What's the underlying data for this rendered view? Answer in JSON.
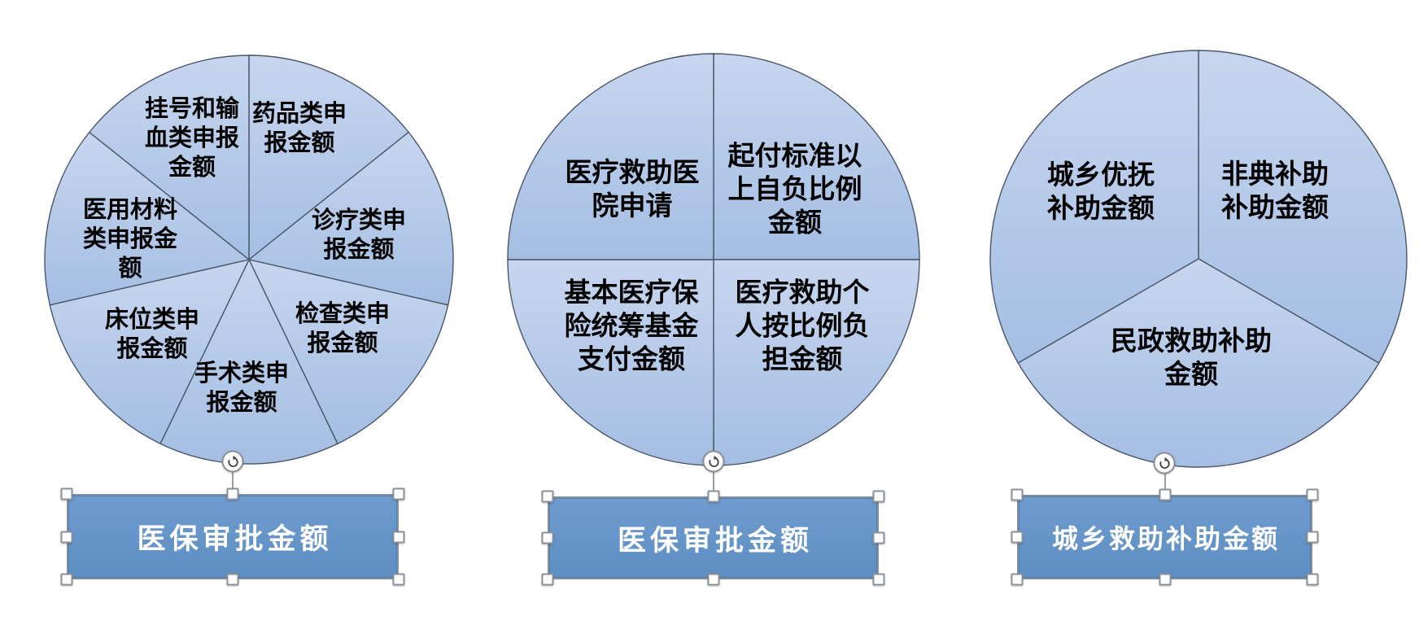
{
  "colors": {
    "slice_gradient_top": "#c7d6ef",
    "slice_gradient_bottom": "#a4bee2",
    "slice_outline": "#4a566a",
    "caption_fill_top": "#6f9ccf",
    "caption_fill_bottom": "#5e8ec2",
    "caption_border": "#82909c",
    "caption_text": "#ffffff",
    "slice_label_text": "#000000",
    "selection_handle_border": "#8a9199"
  },
  "charts": [
    {
      "box_label": "医保审批金额",
      "slices": [
        {
          "label": "药品类申报金额"
        },
        {
          "label": "诊疗类申报金额"
        },
        {
          "label": "检查类申报金额"
        },
        {
          "label": "手术类申报金额"
        },
        {
          "label": "床位类申报金额"
        },
        {
          "label": "医用材料类申报金额"
        },
        {
          "label": "挂号和输血类申报金额"
        }
      ]
    },
    {
      "box_label": "医保审批金额",
      "slices": [
        {
          "label": "起付标准以上自负比例金额"
        },
        {
          "label": "医疗救助个人按比例负担金额"
        },
        {
          "label": "基本医疗保险统筹基金支付金额"
        },
        {
          "label": "医疗救助医院申请"
        }
      ]
    },
    {
      "box_label": "城乡救助补助金额",
      "slices": [
        {
          "label": "非典补助补助金额"
        },
        {
          "label": "民政救助补助金额"
        },
        {
          "label": "城乡优抚补助金额"
        }
      ]
    }
  ]
}
